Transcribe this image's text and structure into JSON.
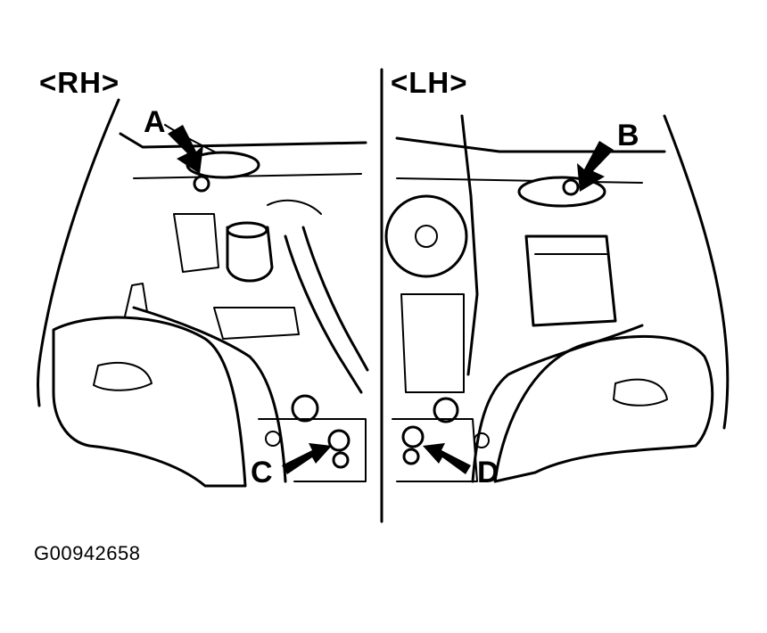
{
  "panels": {
    "rh": {
      "label": "<RH>"
    },
    "lh": {
      "label": "<LH>"
    }
  },
  "callouts": {
    "a": "A",
    "b": "B",
    "c": "C",
    "d": "D"
  },
  "figure_id": "G00942658"
}
